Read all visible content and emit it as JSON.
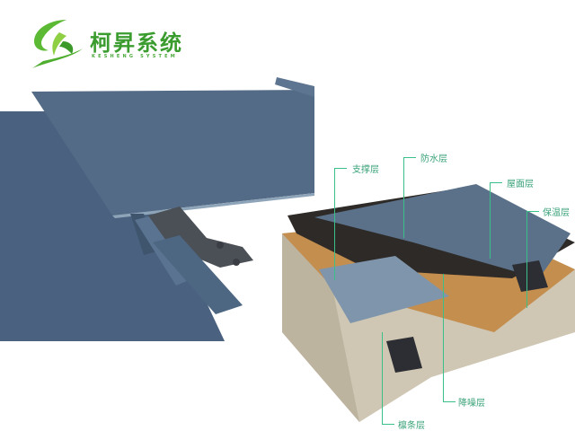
{
  "brand": {
    "name_cn": "柯昇系统",
    "name_en": "KESHENG SYSTEM",
    "color": "#3a9c2e"
  },
  "diagram": {
    "panel_color": "#4e6680",
    "labels": [
      {
        "id": "support",
        "text": "支撑层"
      },
      {
        "id": "waterproof",
        "text": "防水层"
      },
      {
        "id": "roof",
        "text": "屋面层"
      },
      {
        "id": "insulation",
        "text": "保温层"
      },
      {
        "id": "noise",
        "text": "降噪层"
      },
      {
        "id": "purlin",
        "text": "檩条层"
      }
    ],
    "line_color": "#3cc08a"
  }
}
